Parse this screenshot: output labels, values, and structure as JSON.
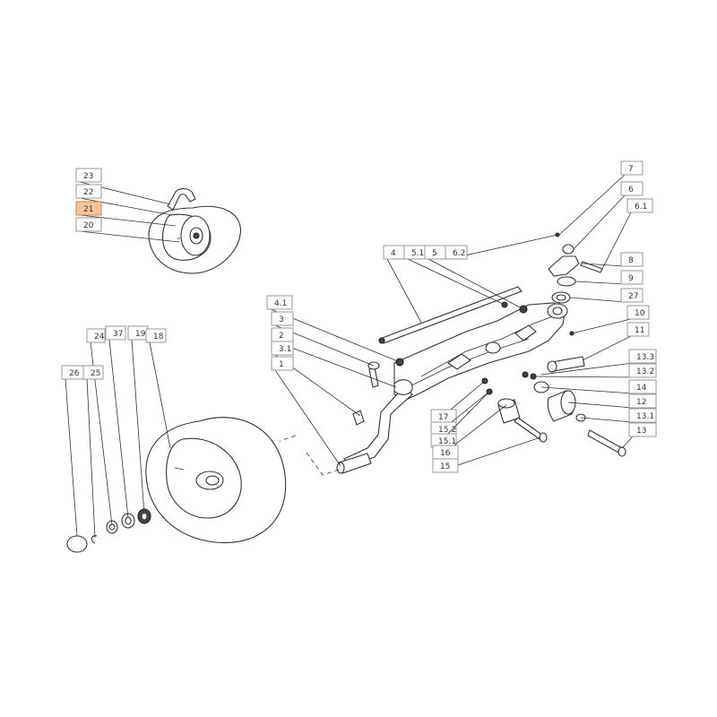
{
  "highlight": "#f5c49a",
  "labels": [
    "23",
    "22",
    "21",
    "20",
    "7",
    "6",
    "6.1",
    "4",
    "5.1",
    "5",
    "6.2",
    "8",
    "9",
    "27",
    "10",
    "11",
    "4.1",
    "3",
    "2",
    "3.1",
    "1",
    "13.3",
    "13.2",
    "14",
    "12",
    "13.1",
    "13",
    "17",
    "15.2",
    "15.1",
    "16",
    "15",
    "24",
    "37",
    "19",
    "18",
    "26",
    "25"
  ],
  "highlighted_label": "21"
}
